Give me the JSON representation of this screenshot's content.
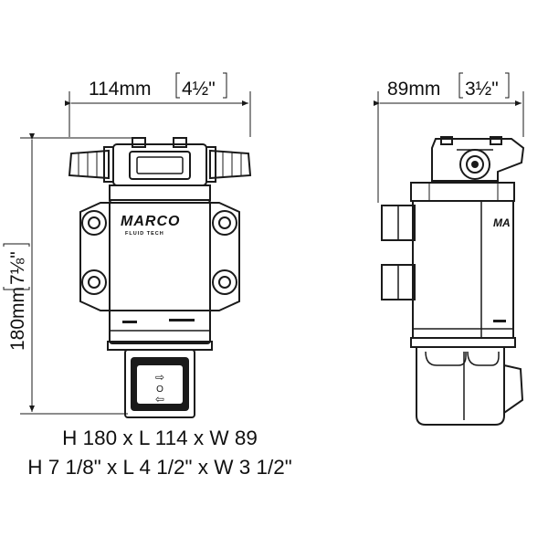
{
  "dimensions": {
    "width_front": {
      "metric": "114mm",
      "imperial": "4½\""
    },
    "width_side": {
      "metric": "89mm",
      "imperial": "3½\""
    },
    "height": {
      "metric": "180mm",
      "imperial": "7⅛\""
    }
  },
  "branding": {
    "logo": "MARCO",
    "sub": "FLUID TECH"
  },
  "switch_symbols": {
    "top": "⇨",
    "mid": "O",
    "bottom": "⇦"
  },
  "specs": {
    "metric": "H 180 x L 114 x W 89",
    "imperial": "H 7 1/8\" x L 4 1/2\" x W 3 1/2\""
  }
}
